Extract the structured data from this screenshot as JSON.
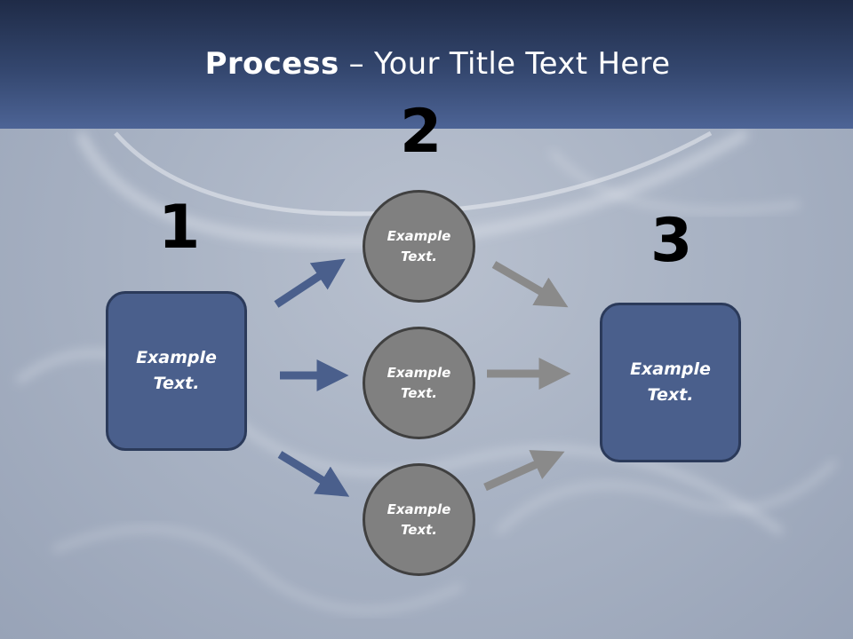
{
  "slide": {
    "title_bold": "Process",
    "title_rest": " – Your Title Text Here",
    "numbers": [
      "1",
      "2",
      "3"
    ],
    "step1_box": "Example\nText.",
    "step2_circles": [
      "Example\nText.",
      "Example\nText.",
      "Example\nText."
    ],
    "step3_box": "Example\nText."
  },
  "colors": {
    "title_band": "#34476f",
    "box_fill": "#4a5f8c",
    "circle_fill": "#808080",
    "arrow_blue": "#4a5f8c",
    "arrow_gray": "#8a8a8a"
  }
}
